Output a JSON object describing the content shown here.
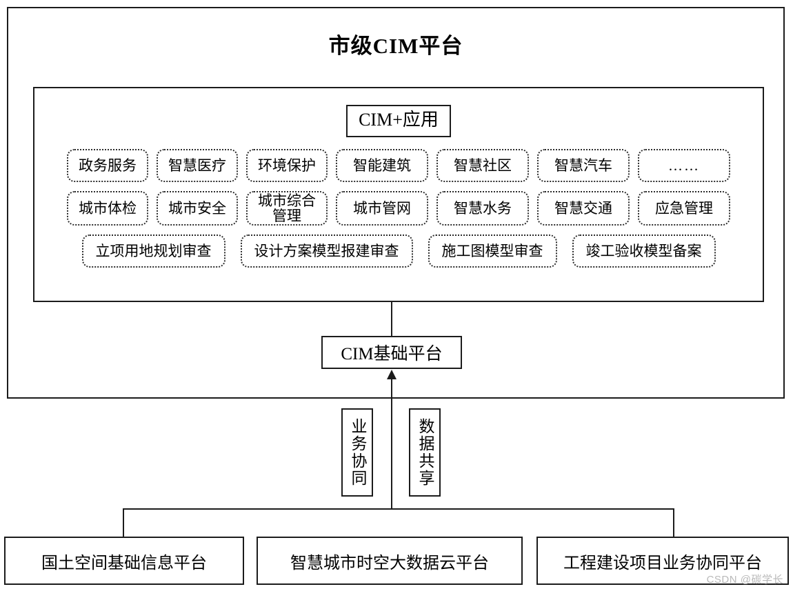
{
  "diagram": {
    "title": "市级CIM平台",
    "app_panel": {
      "heading": "CIM+应用",
      "rows": [
        {
          "id": "applications-row-1",
          "chips": [
            "政务服务",
            "智慧医疗",
            "环境保护",
            "智能建筑",
            "智慧社区",
            "智慧汽车",
            "……"
          ]
        },
        {
          "id": "applications-row-2",
          "chips": [
            "城市体检",
            "城市安全",
            "城市综合\n管理",
            "城市管网",
            "智慧水务",
            "智慧交通",
            "应急管理"
          ]
        },
        {
          "id": "applications-row-3",
          "chips": [
            "立项用地规划审查",
            "设计方案模型报建审查",
            "施工图模型审查",
            "竣工验收模型备案"
          ]
        }
      ]
    },
    "base_platform": "CIM基础平台",
    "relation_labels": [
      "业务协同",
      "数据共享"
    ],
    "bottom_platforms": [
      "国土空间基础信息平台",
      "智慧城市时空大数据云平台",
      "工程建设项目业务协同平台"
    ],
    "watermark": "CSDN @碳学长",
    "colors": {
      "line": "#1b1b1b",
      "chip_border": "#2a2a2a",
      "background": "#ffffff",
      "watermark": "#b9b9b9"
    }
  }
}
